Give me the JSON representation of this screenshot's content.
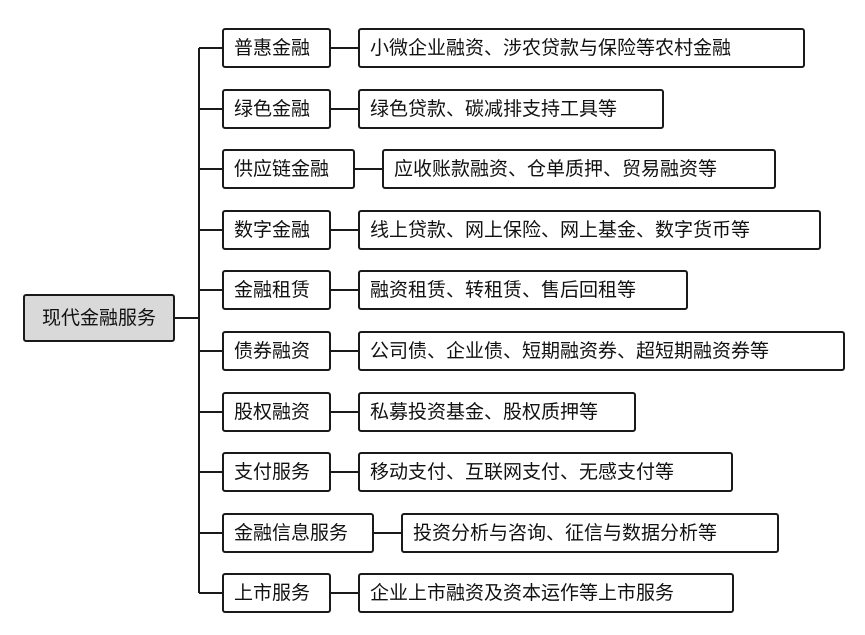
{
  "root": {
    "label": "现代金融服务"
  },
  "branches": [
    {
      "name": "普惠金融",
      "desc": "小微企业融资、涉农贷款与保险等农村金融"
    },
    {
      "name": "绿色金融",
      "desc": "绿色贷款、碳减排支持工具等"
    },
    {
      "name": "供应链金融",
      "desc": "应收账款融资、仓单质押、贸易融资等"
    },
    {
      "name": "数字金融",
      "desc": "线上贷款、网上保险、网上基金、数字货币等"
    },
    {
      "name": "金融租赁",
      "desc": "融资租赁、转租赁、售后回租等"
    },
    {
      "name": "债券融资",
      "desc": "公司债、企业债、短期融资券、超短期融资券等"
    },
    {
      "name": "股权融资",
      "desc": "私募投资基金、股权质押等"
    },
    {
      "name": "支付服务",
      "desc": "移动支付、互联网支付、无感支付等"
    },
    {
      "name": "金融信息服务",
      "desc": "投资分析与咨询、征信与数据分析等"
    },
    {
      "name": "上市服务",
      "desc": "企业上市融资及资本运作等上市服务"
    }
  ],
  "colors": {
    "line": "#1a1a1a",
    "root_fill": "#d9d9d9",
    "node_fill": "#ffffff"
  }
}
